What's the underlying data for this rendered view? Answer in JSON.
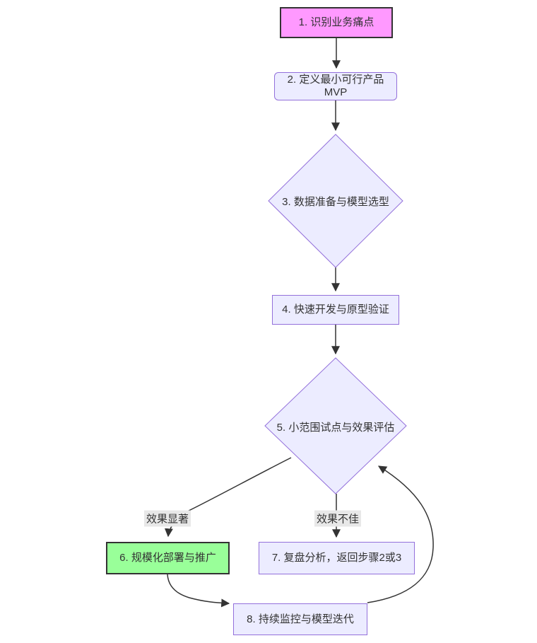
{
  "diagram": {
    "type": "flowchart",
    "direction": "top-down",
    "nodes": {
      "n1": {
        "label": "1. 识别业务痛点",
        "shape": "rectangle",
        "fill": "#ff99ff"
      },
      "n2": {
        "label": "2. 定义最小可行产品 MVP",
        "shape": "rounded-rectangle",
        "fill": "#ececff"
      },
      "n3": {
        "label": "3. 数据准备与模型选型",
        "shape": "diamond",
        "fill": "#ececff"
      },
      "n4": {
        "label": "4. 快速开发与原型验证",
        "shape": "rectangle",
        "fill": "#ececff"
      },
      "n5": {
        "label": "5. 小范围试点与效果评估",
        "shape": "diamond",
        "fill": "#ececff"
      },
      "n6": {
        "label": "6. 规模化部署与推广",
        "shape": "rectangle",
        "fill": "#99ff99"
      },
      "n7": {
        "label": "7. 复盘分析，返回步骤2或3",
        "shape": "rectangle",
        "fill": "#ececff"
      },
      "n8": {
        "label": "8. 持续监控与模型迭代",
        "shape": "rectangle",
        "fill": "#ececff"
      }
    },
    "edge_labels": {
      "success": "效果显著",
      "failure": "效果不佳"
    },
    "edges": [
      {
        "from": "n1",
        "to": "n2"
      },
      {
        "from": "n2",
        "to": "n3"
      },
      {
        "from": "n3",
        "to": "n4"
      },
      {
        "from": "n4",
        "to": "n5"
      },
      {
        "from": "n5",
        "to": "n6",
        "label": "效果显著"
      },
      {
        "from": "n5",
        "to": "n7",
        "label": "效果不佳"
      },
      {
        "from": "n6",
        "to": "n8"
      },
      {
        "from": "n8",
        "to": "n5"
      }
    ],
    "colors": {
      "node_fill": "#ececff",
      "node_border": "#9370db",
      "highlight_pink": "#ff99ff",
      "highlight_green": "#99ff99",
      "edge_line": "#333333",
      "edge_label_bg": "#e8e8e8",
      "text": "#333333"
    }
  }
}
